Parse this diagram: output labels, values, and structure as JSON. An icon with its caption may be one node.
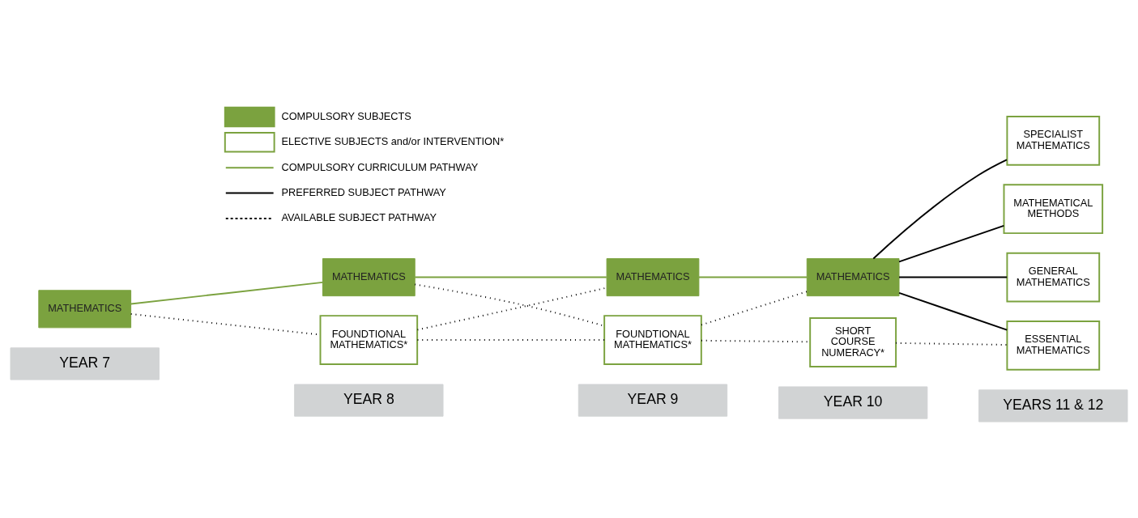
{
  "diagram": {
    "nodes": [
      {
        "text": [
          "YEAR 7"
        ]
      },
      {
        "text": [
          "YEAR 8"
        ]
      },
      {
        "text": [
          "YEAR 9"
        ]
      },
      {
        "text": [
          "YEAR 10"
        ]
      },
      {
        "text": [
          "YEARS 11 & 12"
        ]
      },
      {
        "text": [
          "MATHEMATICS"
        ]
      },
      {
        "text": [
          "MATHEMATICS"
        ]
      },
      {
        "text": [
          "FOUNDTIONAL MATHEMATICS*"
        ]
      },
      {
        "text": [
          "MATHEMATICS"
        ]
      },
      {
        "text": [
          "FOUNDTIONAL MATHEMATICS*"
        ]
      },
      {
        "text": [
          "MATHEMATICS"
        ]
      },
      {
        "text": [
          "SHORT COURSE NUMERACY*"
        ]
      },
      {
        "text": [
          "SPECIALIST MATHEMATICS"
        ]
      },
      {
        "text": [
          "MATHEMATICAL METHODS"
        ]
      },
      {
        "text": [
          "GENERAL MATHEMATICS"
        ]
      },
      {
        "text": [
          "ESSENTIAL MATHEMATICS"
        ]
      }
    ],
    "edges": [
      {
        "from": 5,
        "to": 6,
        "arrow": "none",
        "color": "#7ba23f"
      },
      {
        "from": 5,
        "to": 7,
        "arrow": "none",
        "style": "dashed"
      },
      {
        "from": 6,
        "to": 8,
        "arrow": "none",
        "color": "#7ba23f"
      },
      {
        "from": 6,
        "to": 9,
        "arrow": "none",
        "style": "dashed"
      },
      {
        "from": 7,
        "to": 8,
        "arrow": "none",
        "style": "dashed"
      },
      {
        "from": 7,
        "to": 9,
        "arrow": "none",
        "style": "dashed"
      },
      {
        "from": 8,
        "to": 10,
        "arrow": "none",
        "color": "#7ba23f"
      },
      {
        "from": 9,
        "to": 10,
        "arrow": "none",
        "style": "dashed"
      },
      {
        "from": 9,
        "to": 11,
        "arrow": "none",
        "style": "dashed"
      },
      {
        "from": 10,
        "to": 12,
        "arrow": "none"
      },
      {
        "from": 10,
        "to": 13,
        "arrow": "none"
      },
      {
        "from": 10,
        "to": 14,
        "arrow": "none"
      },
      {
        "from": 10,
        "to": 15,
        "arrow": "none"
      },
      {
        "from": 11,
        "to": 15,
        "arrow": "none",
        "style": "dashed"
      }
    ],
    "legend": [
      {
        "text": "COMPULSORY SUBJECTS",
        "color": "#7ba23f"
      },
      {
        "text": "ELECTIVE SUBJECTS and/or INTERVENTION*"
      },
      {
        "text": "COMPULSORY CURRICULUM PATHWAY"
      },
      {
        "text": "PREFERRED SUBJECT PATHWAY"
      },
      {
        "text": "AVAILABLE SUBJECT PATHWAY"
      }
    ]
  }
}
